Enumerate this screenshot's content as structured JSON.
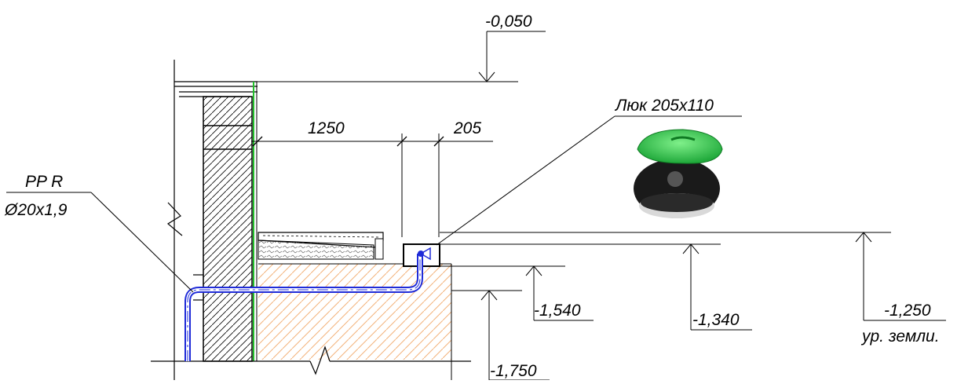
{
  "drawing": {
    "level_top": "-0,050",
    "dim_1": "1250",
    "dim_2": "205",
    "hatch_label": "Люк 205х110",
    "pipe_label_1": "PP R",
    "pipe_label_2": "Ø20x1,9",
    "level_1": "-1,540",
    "level_2": "-1,340",
    "level_3": "-1,250",
    "level_3_note": "ур. земли.",
    "level_bottom": "-1,750"
  },
  "colors": {
    "line": "#000000",
    "pipe": "#1f2bd8",
    "insulation": "#22c02a",
    "soil_hatch": "#f2b27a",
    "hatch_lid": "#3fd45a",
    "hatch_body": "#1a1a1a"
  }
}
